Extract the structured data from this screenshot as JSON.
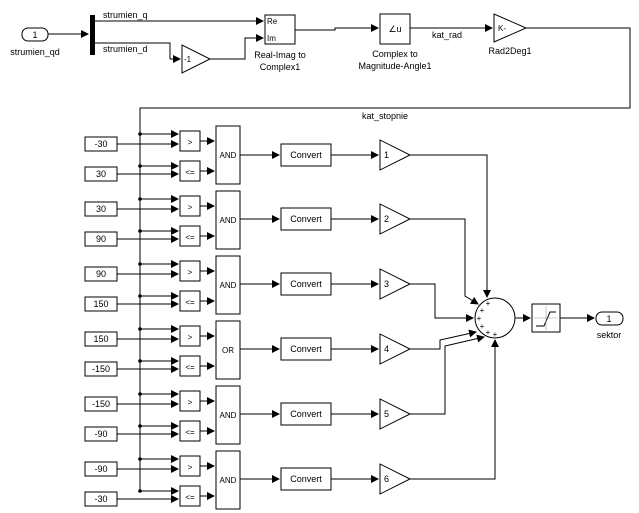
{
  "inport": {
    "number": "1",
    "name": "strumien_qd"
  },
  "demux": {
    "outputs": [
      "strumien_q",
      "strumien_d"
    ]
  },
  "negate_gain": "-1",
  "real_imag": {
    "title_lines": [
      "Real-Imag to",
      "Complex1"
    ],
    "ports": [
      "Re",
      "Im"
    ]
  },
  "complex_to_mag": {
    "title_lines": [
      "Complex to",
      "Magnitude-Angle1"
    ],
    "symbol": "∠u"
  },
  "rad_signal": "kat_rad",
  "rad2deg": {
    "title": "Rad2Deg1",
    "symbol": "K-"
  },
  "deg_signal": "kat_stopnie",
  "compare_ops": [
    ">",
    "<="
  ],
  "rows": [
    {
      "lower": "-30",
      "upper": "30",
      "logic": "AND",
      "convert": "Convert",
      "gain": "1"
    },
    {
      "lower": "30",
      "upper": "90",
      "logic": "AND",
      "convert": "Convert",
      "gain": "2"
    },
    {
      "lower": "90",
      "upper": "150",
      "logic": "AND",
      "convert": "Convert",
      "gain": "3"
    },
    {
      "lower": "150",
      "upper": "-150",
      "logic": "OR",
      "convert": "Convert",
      "gain": "4"
    },
    {
      "lower": "-150",
      "upper": "-90",
      "logic": "AND",
      "convert": "Convert",
      "gain": "5"
    },
    {
      "lower": "-90",
      "upper": "-30",
      "logic": "AND",
      "convert": "Convert",
      "gain": "6"
    }
  ],
  "sum_signs": [
    "+",
    "+",
    "+",
    "+",
    "+",
    "+"
  ],
  "outport": {
    "number": "1",
    "name": "sektor"
  }
}
